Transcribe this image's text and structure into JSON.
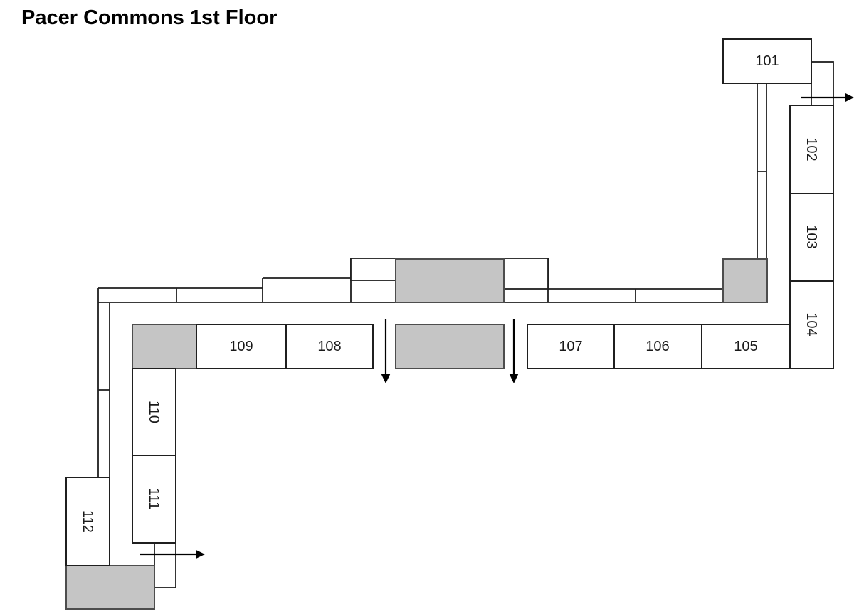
{
  "title": "Pacer Commons 1st Floor",
  "rooms": [
    {
      "number": "101",
      "orientation": "horizontal"
    },
    {
      "number": "102",
      "orientation": "vertical"
    },
    {
      "number": "103",
      "orientation": "vertical"
    },
    {
      "number": "104",
      "orientation": "vertical"
    },
    {
      "number": "105",
      "orientation": "horizontal"
    },
    {
      "number": "106",
      "orientation": "horizontal"
    },
    {
      "number": "107",
      "orientation": "horizontal"
    },
    {
      "number": "108",
      "orientation": "horizontal"
    },
    {
      "number": "109",
      "orientation": "horizontal"
    },
    {
      "number": "110",
      "orientation": "vertical"
    },
    {
      "number": "111",
      "orientation": "vertical"
    },
    {
      "number": "112",
      "orientation": "vertical"
    }
  ],
  "arrows": [
    {
      "location": "northeast-exit",
      "direction": "right"
    },
    {
      "location": "center-left",
      "direction": "down"
    },
    {
      "location": "center-right",
      "direction": "down"
    },
    {
      "location": "southwest-exit",
      "direction": "right"
    }
  ],
  "shaded_area_count": 5,
  "colors": {
    "walls": "#1f1f1f",
    "room_fill": "#ffffff",
    "shaded_area_fill": "#c5c5c5",
    "shaded_area_border": "#4d4d4d",
    "background": "#ffffff",
    "text": "#1a1a1a"
  }
}
